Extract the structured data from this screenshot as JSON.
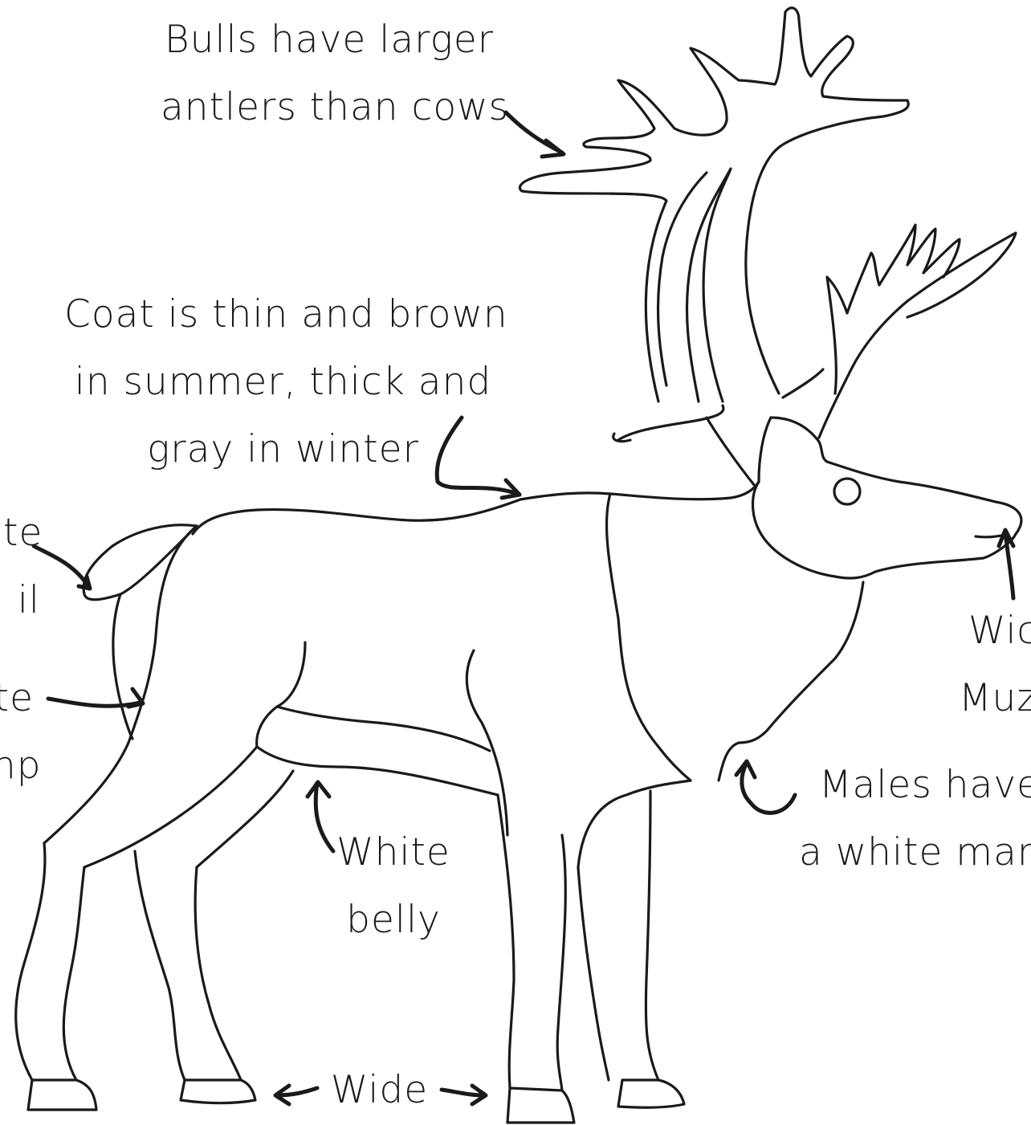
{
  "diagram": {
    "stroke_color": "#1a1a1a",
    "background": "#ffffff",
    "labels": {
      "antlers": [
        "Bulls have larger",
        "antlers than cows"
      ],
      "coat": [
        "Coat is thin and brown",
        "in summer, thick and",
        "gray in winter"
      ],
      "tail": [
        "ite",
        "il"
      ],
      "rump": [
        "te",
        "np"
      ],
      "belly": [
        "White",
        "belly"
      ],
      "hooves": "Wide",
      "mane": [
        "Males have",
        "a white mane"
      ],
      "muzzle": [
        "Wic",
        "Muz"
      ]
    }
  }
}
